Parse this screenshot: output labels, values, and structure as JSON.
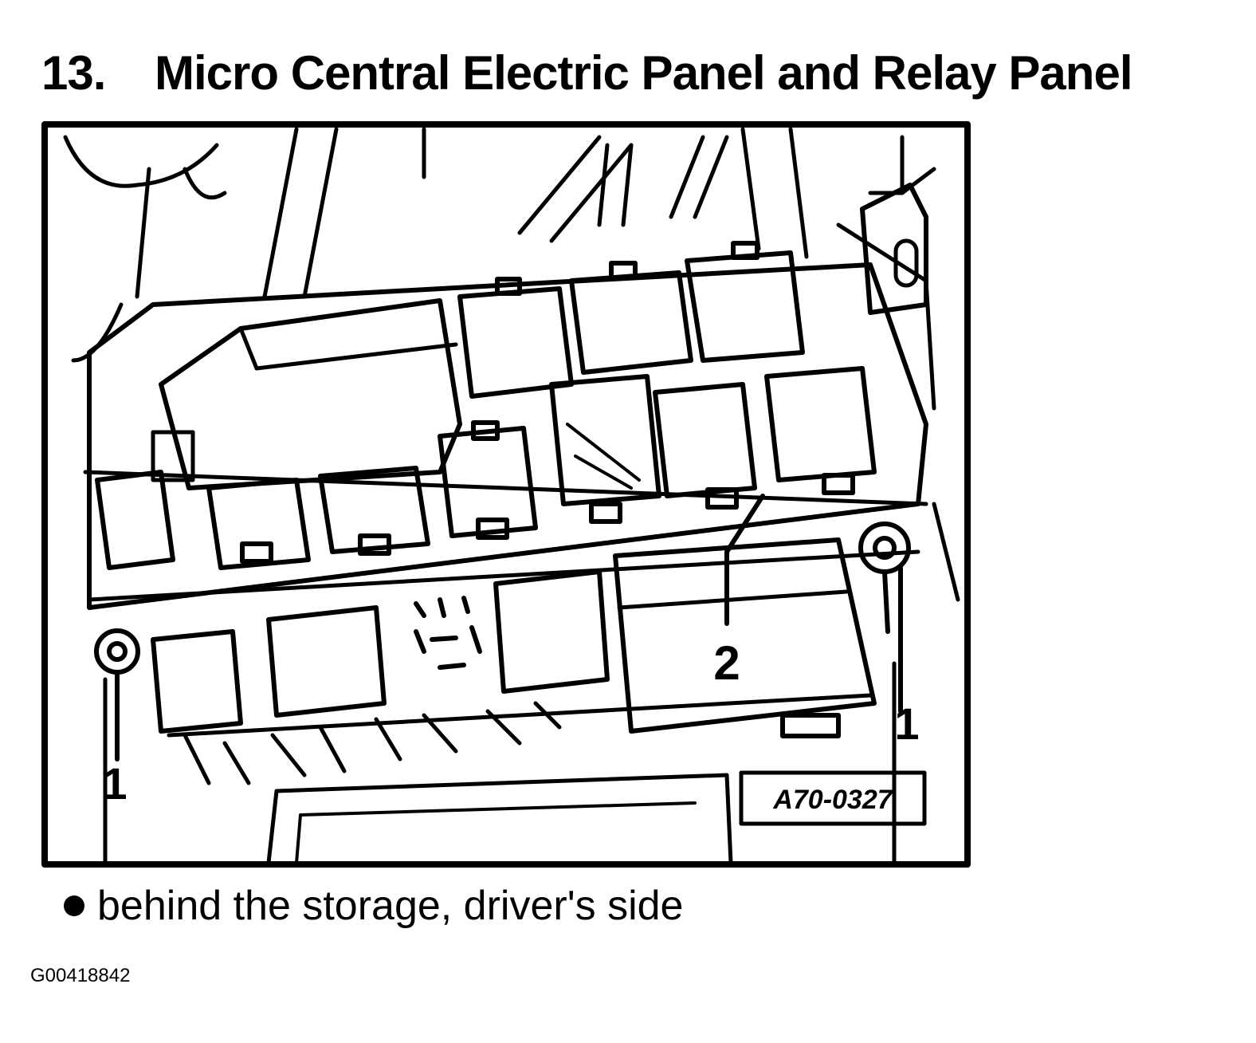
{
  "header": {
    "number": "13.",
    "title": "Micro Central Electric Panel and Relay Panel"
  },
  "diagram": {
    "callouts": {
      "left_mount": "1",
      "right_mount": "1",
      "relay_panel": "2"
    },
    "figure_code": "A70-0327"
  },
  "note": {
    "text": "behind the storage, driver's side"
  },
  "footer": {
    "image_code": "G00418842"
  }
}
